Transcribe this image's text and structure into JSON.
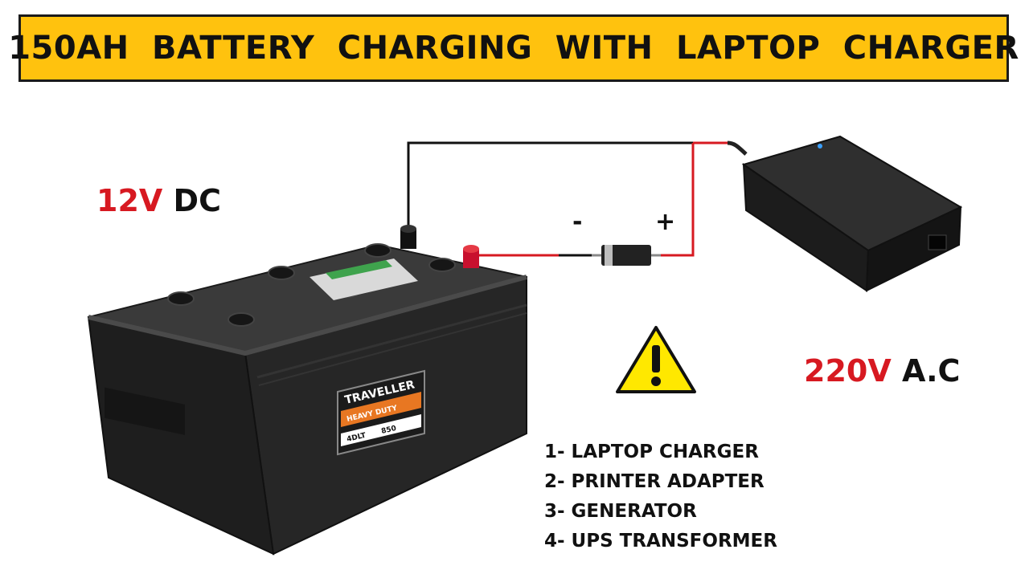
{
  "title": "150AH  BATTERY  CHARGING  WITH  LAPTOP  CHARGER",
  "battery": {
    "voltage_value": "12V",
    "voltage_type": "DC",
    "brand": "TRAVELLER",
    "subtitle": "HEAVY DUTY",
    "model": "4DLT",
    "cca": "850"
  },
  "charger": {
    "voltage_value": "220V",
    "voltage_type": "A.C"
  },
  "diode": {
    "minus": "-",
    "plus": "+"
  },
  "options": [
    "1- LAPTOP CHARGER",
    "2- PRINTER ADAPTER",
    "3- GENERATOR",
    "4- UPS TRANSFORMER"
  ],
  "colors": {
    "banner": "#FFC20E",
    "accent_red": "#D71921",
    "warning_yellow": "#FFE800",
    "battery_body": "#2a2a2a"
  }
}
